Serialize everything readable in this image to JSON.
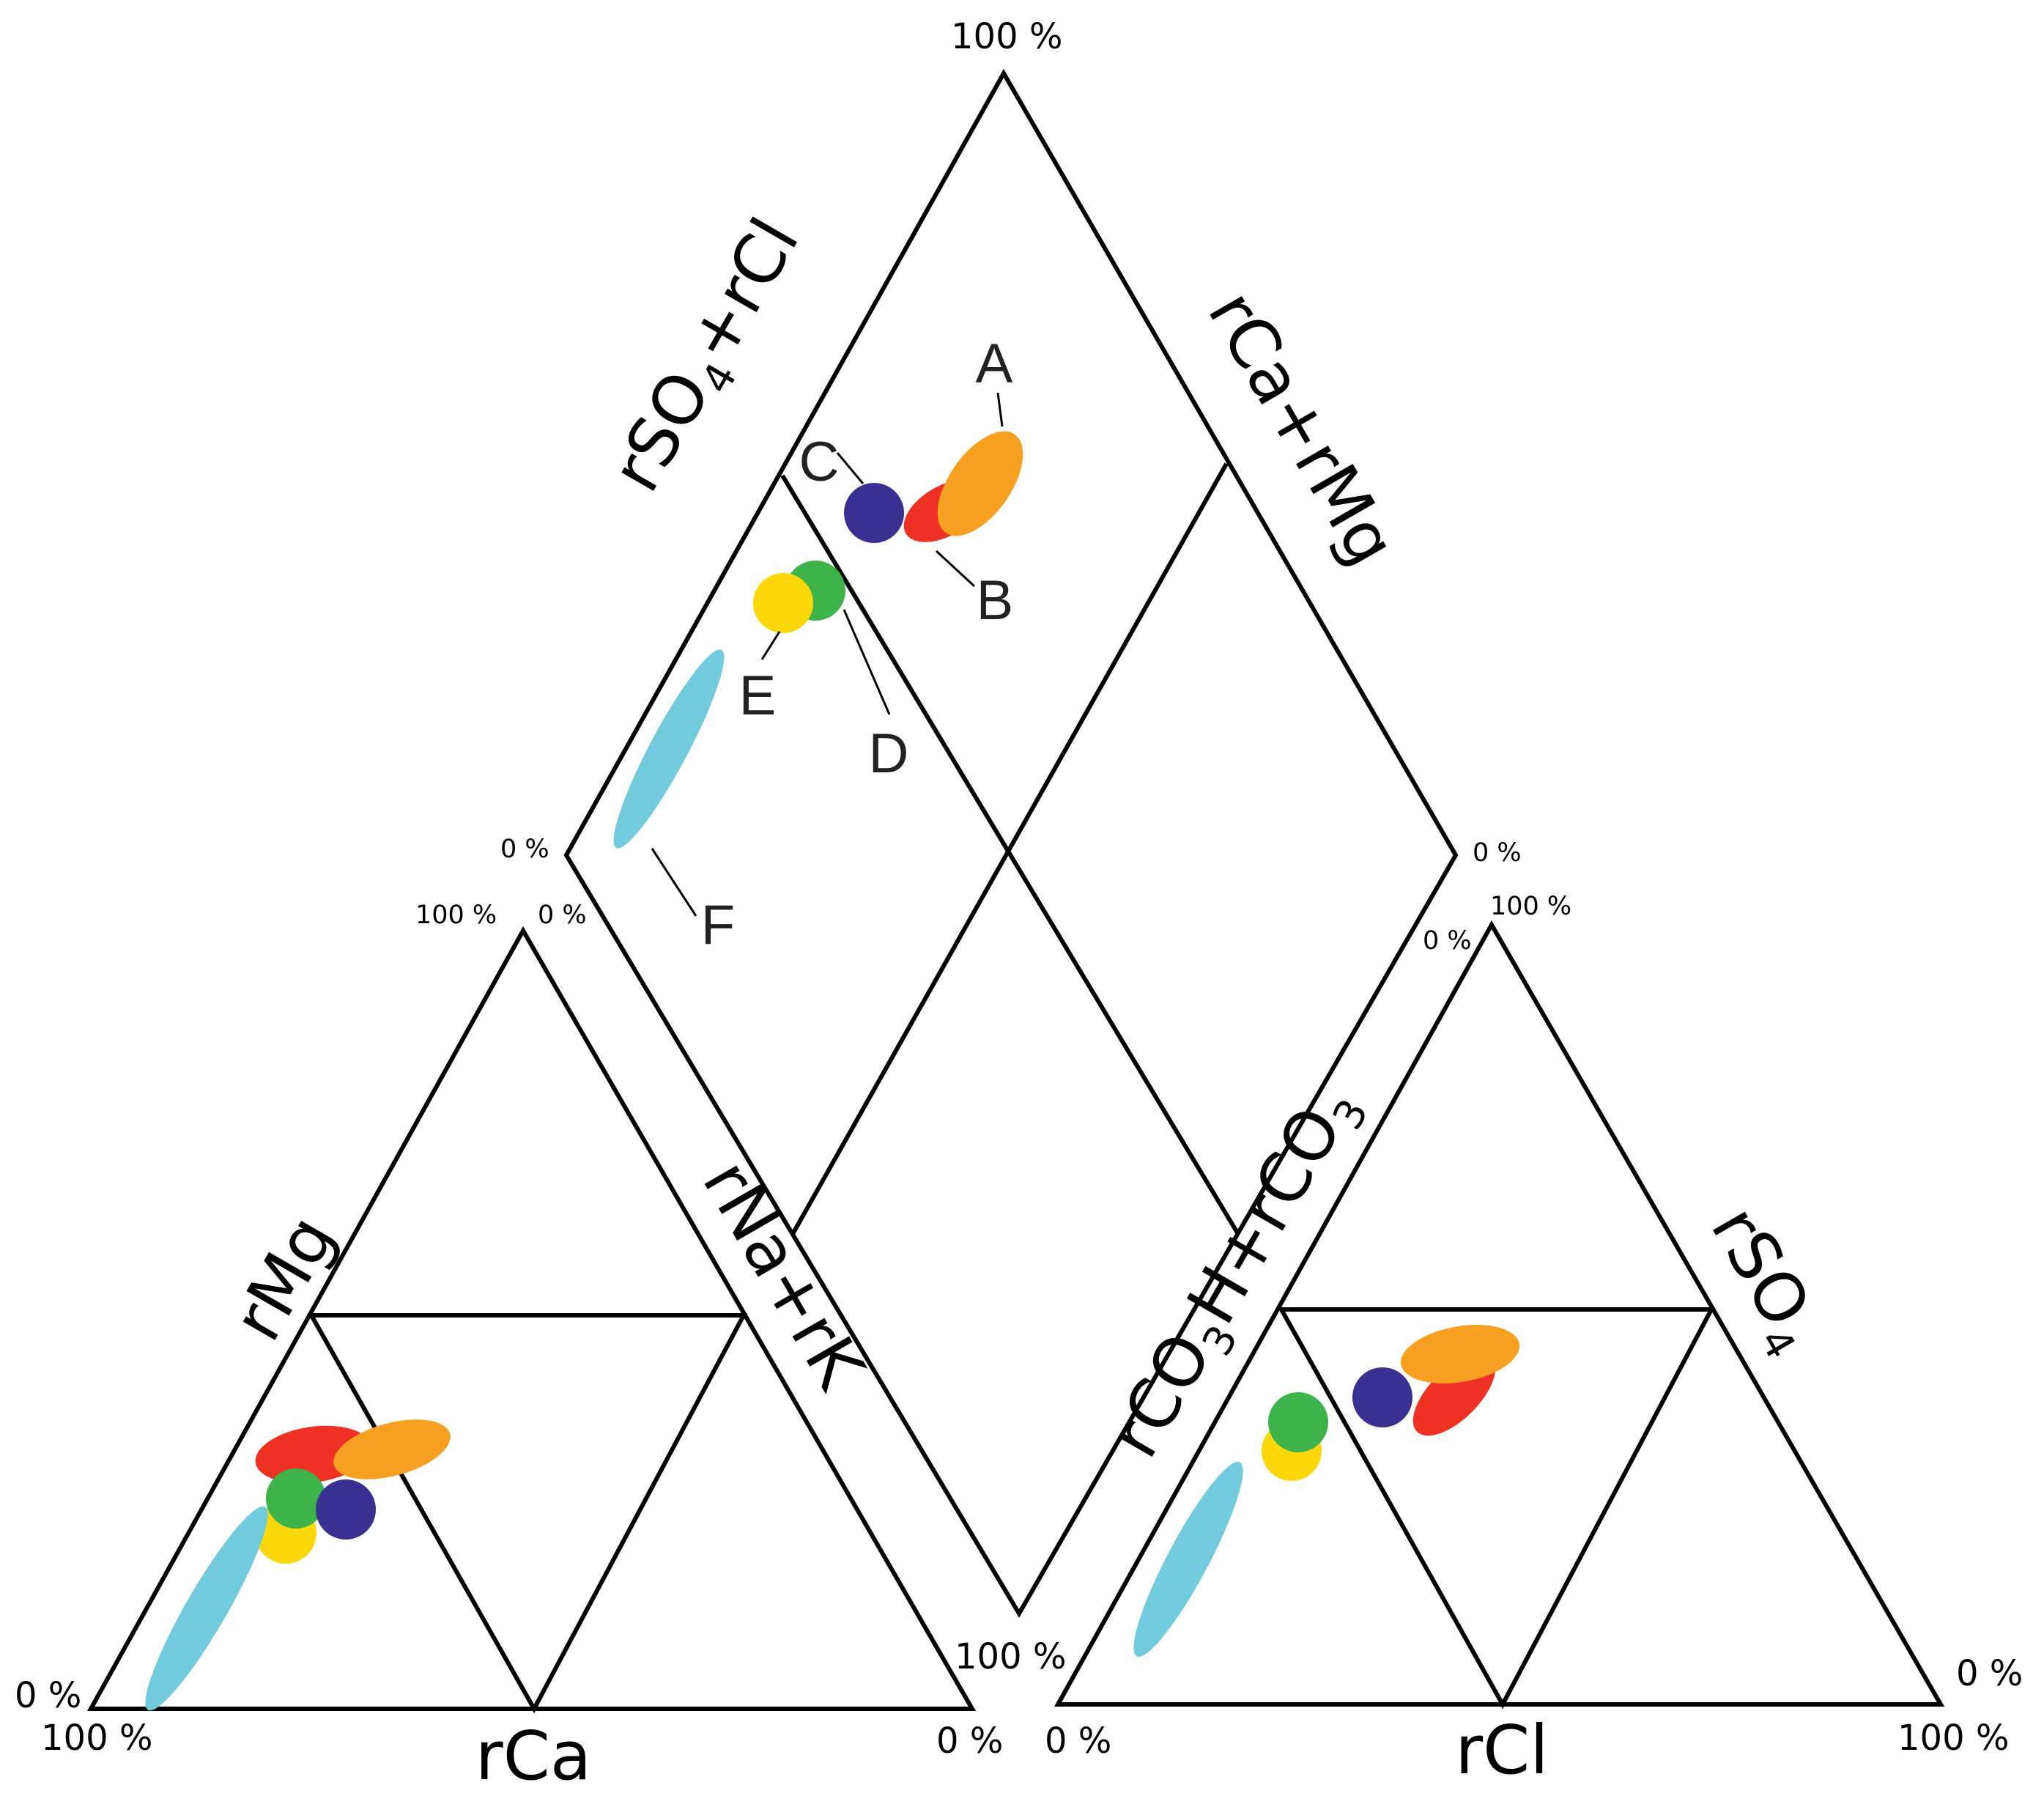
{
  "axes": {
    "diamond_upper_left": {
      "prefix": "rSO",
      "sub": "4",
      "suffix": "+rCl"
    },
    "diamond_upper_right": "rCa+rMg",
    "cation_left": "rMg",
    "cation_right": "rNa+rK",
    "cation_bottom": "rCa",
    "anion_left": {
      "prefix": "rCO",
      "sub1": "3",
      "mid": "H+rCO",
      "sub2": "3"
    },
    "anion_right": {
      "prefix": "rSO",
      "sub": "4"
    },
    "anion_bottom": "rCl"
  },
  "percent": {
    "diamond_top": "100 %",
    "diamond_left": "0 %",
    "diamond_right": "0 %",
    "diamond_bottom": "100 %",
    "cation_apex_left": "100 %",
    "cation_apex_right": "0 %",
    "cation_left_side": "0 %",
    "cation_left_bottom": "100 %",
    "cation_right_bottom": "0 %",
    "anion_apex_left": "0 %",
    "anion_apex_right": "100 %",
    "anion_left_bottom": "0 %",
    "anion_right_side": "0 %",
    "anion_right_bottom": "100 %"
  },
  "groups": [
    {
      "id": "A",
      "label": "A",
      "color": "#f7a022",
      "shape": "ellipse"
    },
    {
      "id": "B",
      "label": "B",
      "color": "#ee3124",
      "shape": "ellipse"
    },
    {
      "id": "C",
      "label": "C",
      "color": "#3a3091",
      "shape": "circle"
    },
    {
      "id": "D",
      "label": "D",
      "color": "#3db34a",
      "shape": "circle"
    },
    {
      "id": "E",
      "label": "E",
      "color": "#fcd80b",
      "shape": "circle"
    },
    {
      "id": "F",
      "label": "F",
      "color": "#72cbdc",
      "shape": "ellipse"
    }
  ]
}
